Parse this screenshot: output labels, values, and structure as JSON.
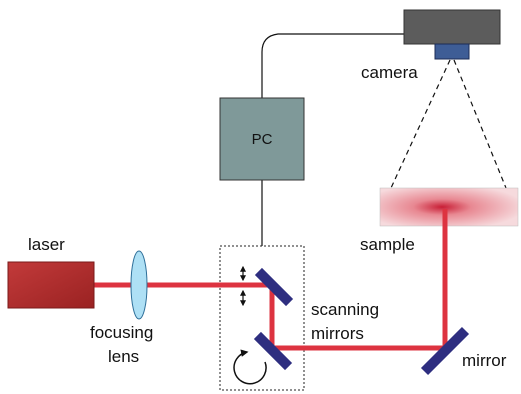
{
  "labels": {
    "laser": "laser",
    "focusing_lens_line1": "focusing",
    "focusing_lens_line2": "lens",
    "pc": "PC",
    "camera": "camera",
    "sample": "sample",
    "scanning_line1": "scanning",
    "scanning_line2": "mirrors",
    "mirror": "mirror"
  },
  "colors": {
    "laser_body": "#b02a2a",
    "beam": "#dd3340",
    "lens": "#aee0f5",
    "pc": "#7f9999",
    "camera_body": "#5c5c5c",
    "camera_lens": "#3e5d96",
    "sample": "#f2b8bd",
    "mirror": "#2e2e80"
  },
  "icons": {
    "tilt_arrows": "double-headed-arrow-icon",
    "rotate": "rotate-arrow-icon"
  }
}
